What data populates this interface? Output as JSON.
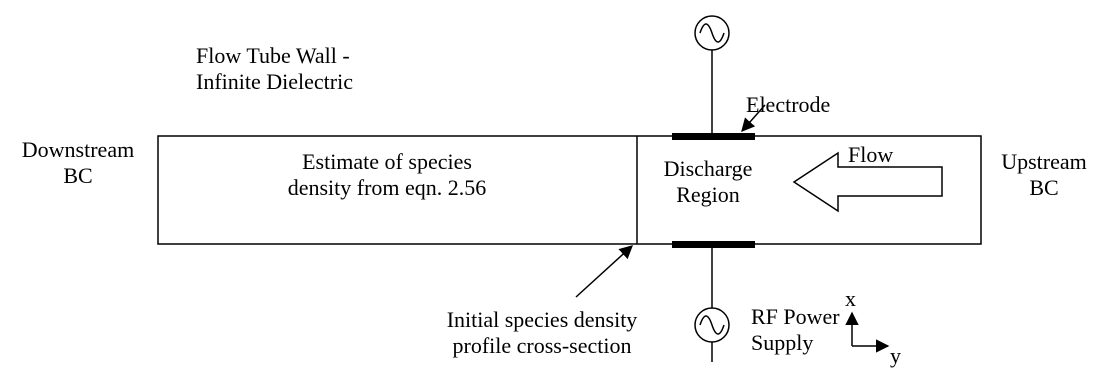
{
  "labels": {
    "wall_line1": "Flow Tube Wall -",
    "wall_line2": "Infinite Dielectric",
    "downstream_line1": "Downstream",
    "downstream_line2": "BC",
    "estimate_line1": "Estimate of species",
    "estimate_line2": "density from eqn. 2.56",
    "discharge_line1": "Discharge",
    "discharge_line2": "Region",
    "flow": "Flow",
    "electrode": "Electrode",
    "upstream_line1": "Upstream",
    "upstream_line2": "BC",
    "initial_line1": "Initial species density",
    "initial_line2": "profile cross-section",
    "rf_line1": "RF Power",
    "rf_line2": "Supply",
    "axis_x": "x",
    "axis_y": "y"
  }
}
